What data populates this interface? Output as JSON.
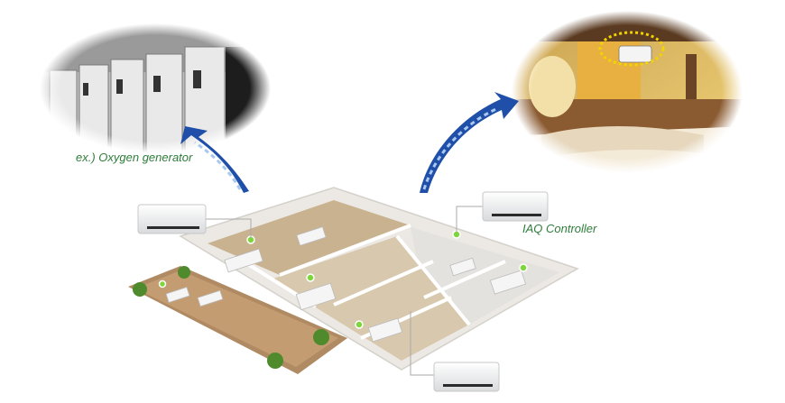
{
  "labels": {
    "oxygen_generator": "ex.) Oxygen generator",
    "iaq_controller": "IAQ Controller"
  },
  "colors": {
    "label_text": "#2e7d3a",
    "sensor_dot": "#7dd63a",
    "arrow_blue": "#1f4fa8",
    "arrow_light": "#a8c8f0",
    "highlight_ring": "#f2d400"
  },
  "devices": [
    {
      "name": "controller-top-left"
    },
    {
      "name": "controller-top-right"
    },
    {
      "name": "controller-bottom"
    }
  ]
}
